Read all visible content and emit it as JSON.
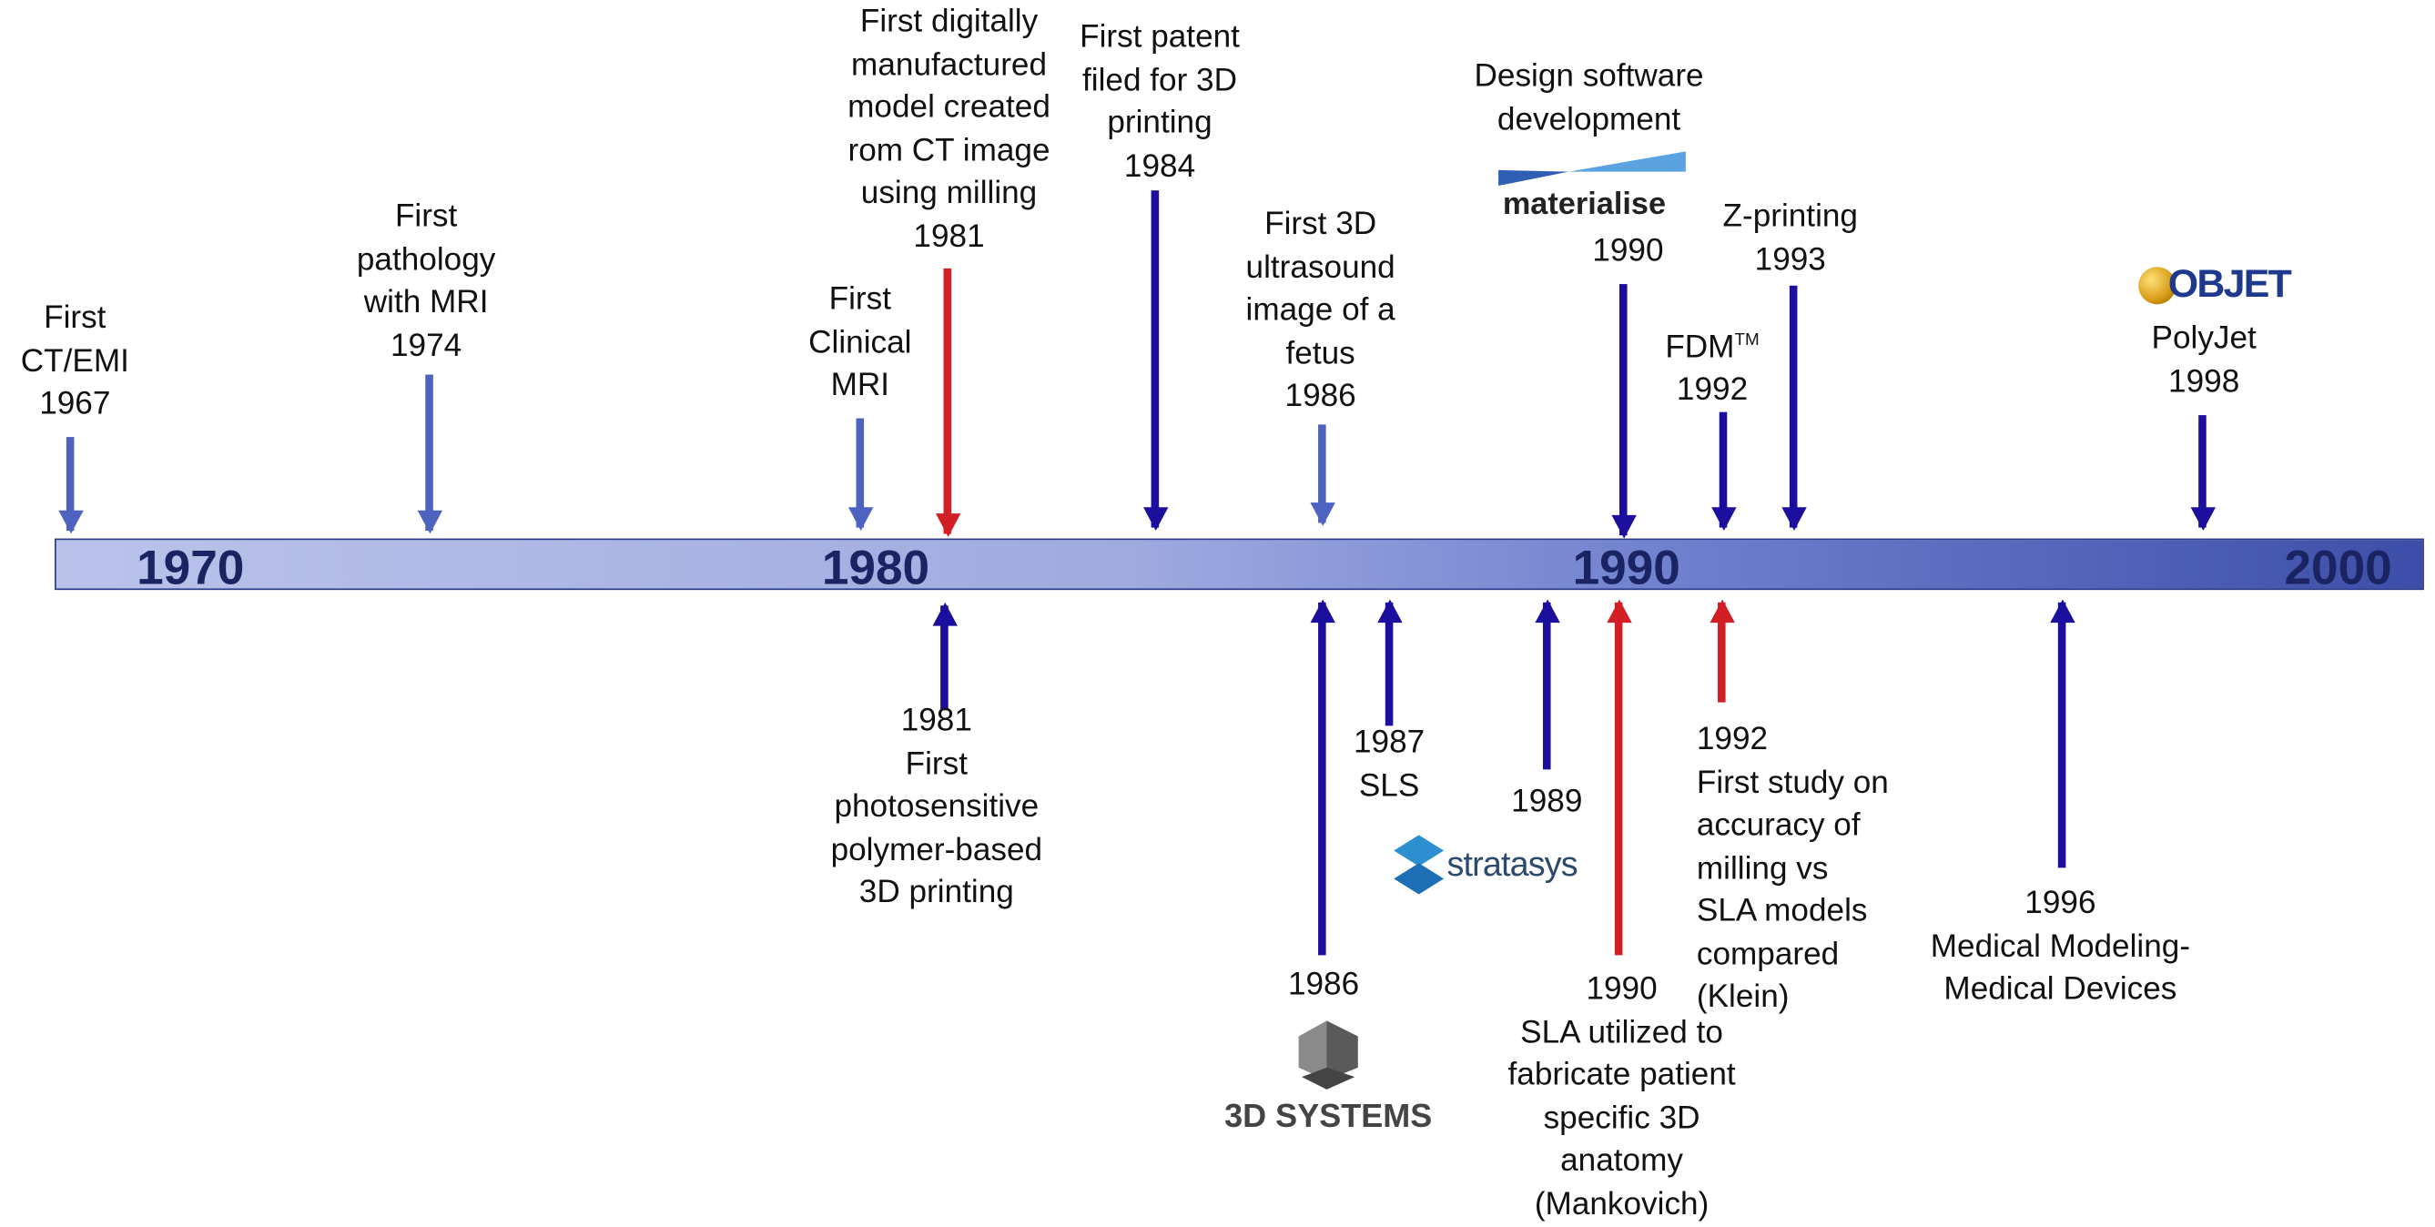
{
  "axis": {
    "years": [
      "1970",
      "1980",
      "1990",
      "2000"
    ]
  },
  "top": {
    "ct": [
      "First",
      "CT/EMI",
      "1967"
    ],
    "mri_path": [
      "First",
      "pathology",
      "with MRI",
      "1974"
    ],
    "clinical_mri": [
      "First",
      "Clinical",
      "MRI"
    ],
    "milling": [
      "First digitally",
      "manufactured",
      "model created",
      "rom CT image",
      "using milling",
      "1981"
    ],
    "patent": [
      "First patent",
      "filed for 3D",
      "printing",
      "1984"
    ],
    "ultrasound": [
      "First 3D",
      "ultrasound",
      "image of a",
      "fetus",
      "1986"
    ],
    "design": [
      "Design software",
      "development"
    ],
    "materialise_logo": "materialise",
    "materialise_year": "1990",
    "zprint": [
      "Z-printing",
      "1993"
    ],
    "fdm": [
      "FDM",
      "TM",
      "1992"
    ],
    "objet_logo": "OBJET",
    "polyjet": [
      "PolyJet",
      "1998"
    ]
  },
  "bottom": {
    "photo": [
      "1981",
      "First",
      "photosensitive",
      "polymer-based",
      "3D printing"
    ],
    "sls": [
      "1987",
      "SLS"
    ],
    "y1989": "1989",
    "stratasys_logo": "stratasys",
    "y1986": "1986",
    "systems_logo": "3D SYSTEMS",
    "sla": [
      "1990",
      "SLA utilized to",
      "fabricate patient",
      "specific 3D",
      "anatomy",
      "(Mankovich)"
    ],
    "klein": [
      "1992",
      "First study on",
      "accuracy of",
      "milling vs",
      "SLA models",
      "compared",
      "(Klein)"
    ],
    "medical": [
      "1996",
      "Medical Modeling-",
      "Medical Devices"
    ]
  },
  "colors": {
    "light_arrow": "#4d63bf",
    "dark_arrow": "#1c0f9e",
    "red_arrow": "#d21f26",
    "year_text": "#1b2462"
  }
}
